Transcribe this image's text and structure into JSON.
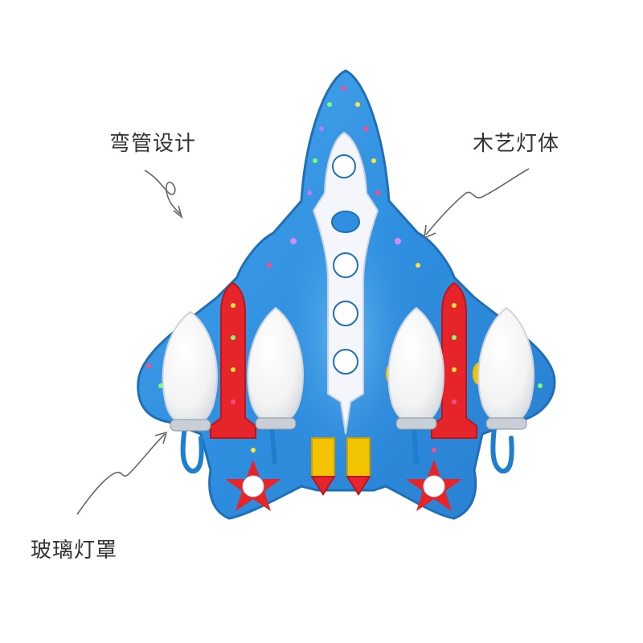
{
  "callouts": {
    "bent_tube": "弯管设计",
    "wood_body": "木艺灯体",
    "glass_shade": "玻璃灯罩"
  },
  "colors": {
    "background": "#ffffff",
    "body_blue": "#2f8fe0",
    "body_blue_light": "#6fc3f7",
    "missile_red": "#e5252a",
    "cockpit_white": "#f4f6fb",
    "engine_yellow": "#f2c300",
    "glass_white": "#fafafa",
    "arm_blue": "#1e7fd0",
    "text": "#333333"
  }
}
